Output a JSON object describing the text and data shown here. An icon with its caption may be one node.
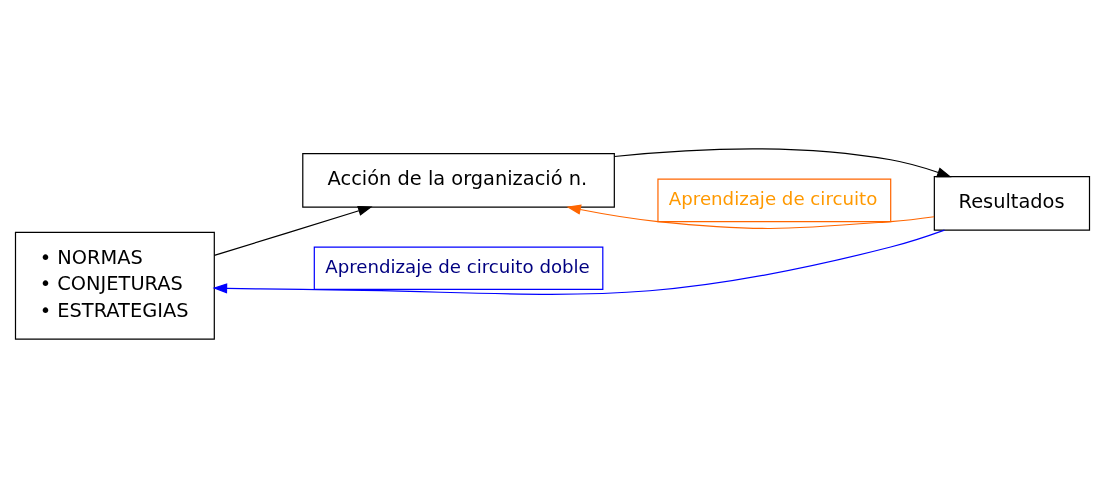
{
  "diagram": {
    "nodes": [
      {
        "text": [
          "• NORMAS",
          "• CONJETURAS",
          "• ESTRATEGIAS"
        ]
      },
      {
        "text": [
          "Acción de la organizació n."
        ]
      },
      {
        "text": [
          "Resultados"
        ]
      }
    ],
    "edges": [
      {
        "from": 0,
        "to": 1,
        "arrow": "to"
      },
      {
        "from": 1,
        "to": 2,
        "arrow": "to"
      },
      {
        "from": 2,
        "to": 1,
        "arrow": "to",
        "color": "#ff6600",
        "label": "Aprendizaje de circuito"
      },
      {
        "from": 2,
        "to": 0,
        "arrow": "to",
        "color": "#0000ff",
        "label": "Aprendizaje de circuito doble"
      }
    ]
  }
}
